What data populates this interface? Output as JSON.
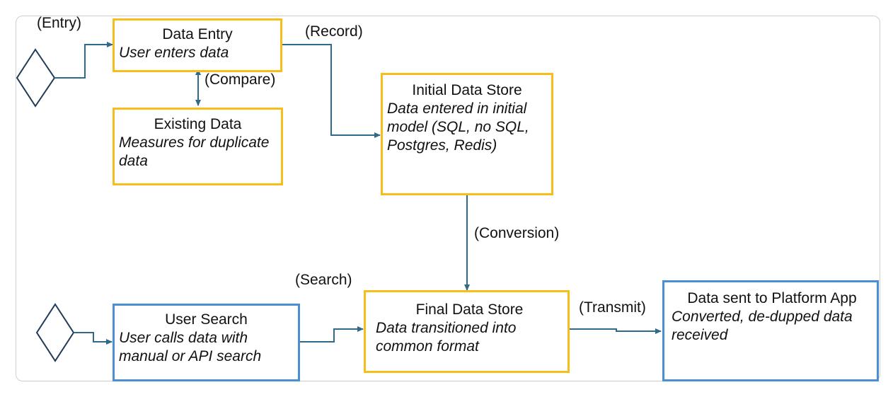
{
  "labels": {
    "entry": "(Entry)",
    "record": "(Record)",
    "compare": "(Compare)",
    "conversion": "(Conversion)",
    "search": "(Search)",
    "transmit": "(Transmit)"
  },
  "nodes": {
    "data_entry": {
      "title": "Data Entry",
      "desc": "User enters data"
    },
    "existing_data": {
      "title": "Existing Data",
      "desc": "Measures for duplicate data"
    },
    "initial_store": {
      "title": "Initial Data Store",
      "desc": "Data entered in initial model (SQL, no SQL, Postgres, Redis)"
    },
    "user_search": {
      "title": "User Search",
      "desc": "User calls data with manual or API search"
    },
    "final_store": {
      "title": "Final Data Store",
      "desc": "Data transitioned into common format"
    },
    "platform_app": {
      "title": "Data sent to Platform App",
      "desc": "Converted, de-dupped data received"
    }
  },
  "colors": {
    "orange": "#f6bd1b",
    "blue": "#4a8fd6",
    "arrow": "#2f6a8a",
    "diamond": "#1f3b57"
  }
}
